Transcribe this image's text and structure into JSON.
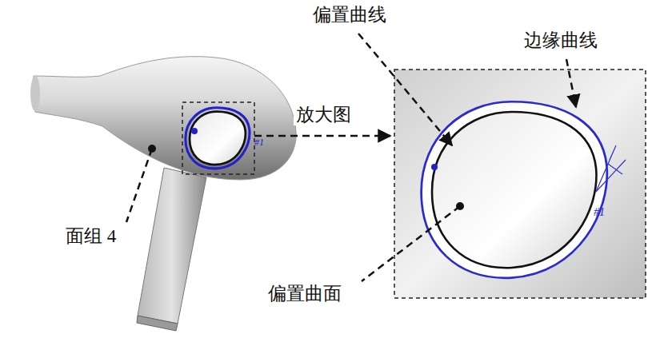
{
  "diagram": {
    "labels": [
      "偏置曲线",
      "边缘曲线",
      "放大图",
      "面组 4",
      "偏置曲面",
      "#1",
      "#1"
    ]
  }
}
